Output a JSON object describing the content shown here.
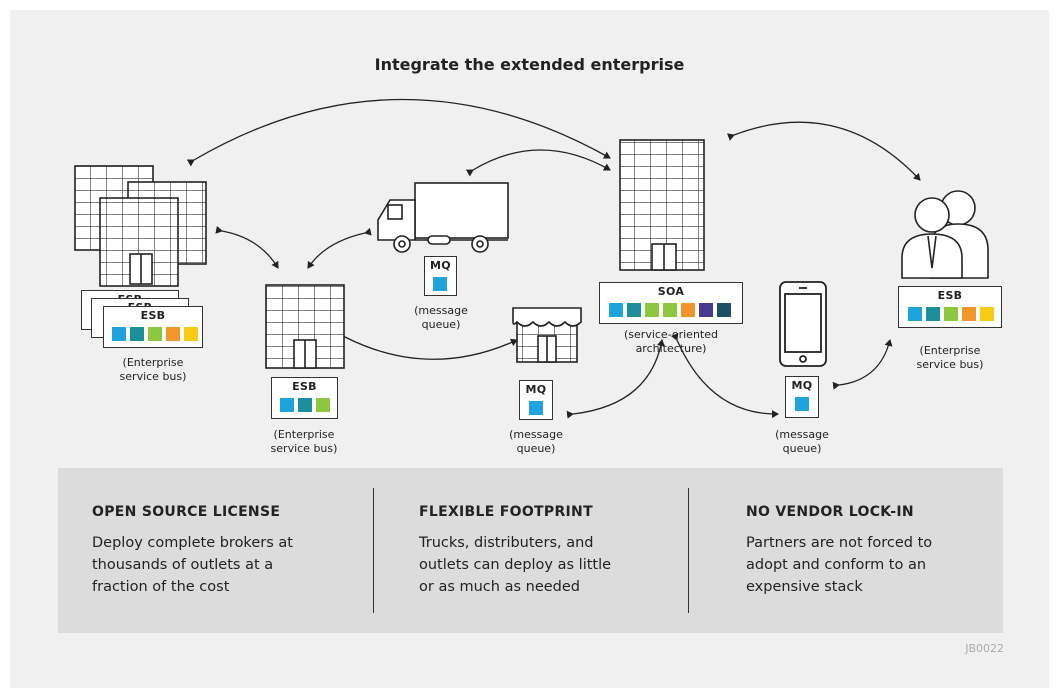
{
  "title": "Integrate the extended enterprise",
  "colors": {
    "blue": "#1fa3dc",
    "teal": "#1b8f9a",
    "green": "#8dc63f",
    "orange": "#f0962b",
    "yellow": "#f6cb11",
    "purple": "#4a3a8f",
    "navy": "#1f4e66",
    "panel": "#dcdcdc",
    "background": "#f0f0f0"
  },
  "nodes": {
    "enterprise_left": {
      "box_label": "ESB",
      "stack_labels": [
        "ESB",
        "ESB"
      ],
      "caption": [
        "(Enterprise",
        "service bus)"
      ]
    },
    "enterprise_mid": {
      "box_label": "ESB",
      "caption": [
        "(Enterprise",
        "service bus)"
      ]
    },
    "truck": {
      "box_label": "MQ",
      "caption": [
        "(message",
        "queue)"
      ]
    },
    "store": {
      "box_label": "MQ",
      "caption": [
        "(message",
        "queue)"
      ]
    },
    "soa": {
      "box_label": "SOA",
      "caption": [
        "(service-oriented",
        "architecture)"
      ]
    },
    "phone": {
      "box_label": "MQ",
      "caption": [
        "(message",
        "queue)"
      ]
    },
    "people": {
      "box_label": "ESB",
      "caption": [
        "(Enterprise",
        "service bus)"
      ]
    }
  },
  "panels": [
    {
      "heading": "OPEN SOURCE LICENSE",
      "lines": [
        "Deploy complete brokers at",
        "thousands of outlets at a",
        "fraction of the cost"
      ]
    },
    {
      "heading": "FLEXIBLE FOOTPRINT",
      "lines": [
        "Trucks, distributers, and",
        "outlets can deploy as little",
        "or as much as needed"
      ]
    },
    {
      "heading": "NO VENDOR LOCK-IN",
      "lines": [
        "Partners are not forced to",
        "adopt and conform to an",
        "expensive stack"
      ]
    }
  ],
  "footer_code": "JB0022"
}
